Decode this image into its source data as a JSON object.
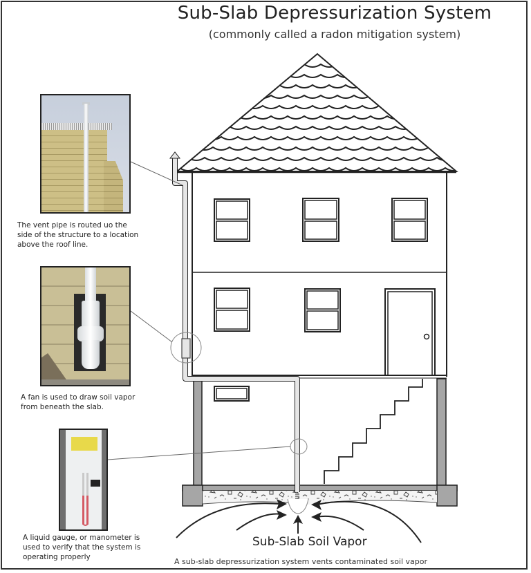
{
  "header": {
    "title": "Sub-Slab Depressurization System",
    "subtitle": "(commonly called a radon mitigation system)"
  },
  "callouts": [
    {
      "id": "vent-pipe",
      "photo_subject": "vent pipe on house siding",
      "caption_lines": [
        "The vent pipe is routed uo the",
        "side of the structure to a location",
        "above the roof line."
      ]
    },
    {
      "id": "fan",
      "photo_subject": "radon fan mounted on siding",
      "caption_lines": [
        "A fan is used to draw soil vapor",
        "from beneath the slab."
      ]
    },
    {
      "id": "manometer",
      "photo_subject": "U-tube manometer on pipe",
      "caption_lines": [
        "A liquid gauge, or manometer is",
        "used to verify that the system is",
        "operating properly"
      ]
    }
  ],
  "diagram": {
    "vapor_label": "Sub-Slab Soil Vapor",
    "footer": "A sub-slab depressurization system vents contaminated soil vapor",
    "colors": {
      "line": "#222222",
      "pipe_fill": "#e6e6e6",
      "foundation_fill": "#a6a6a6",
      "siding_photo": "#cdbf86",
      "manometer_liquid": "#d45a64",
      "sticker": "#e8d94a"
    }
  }
}
